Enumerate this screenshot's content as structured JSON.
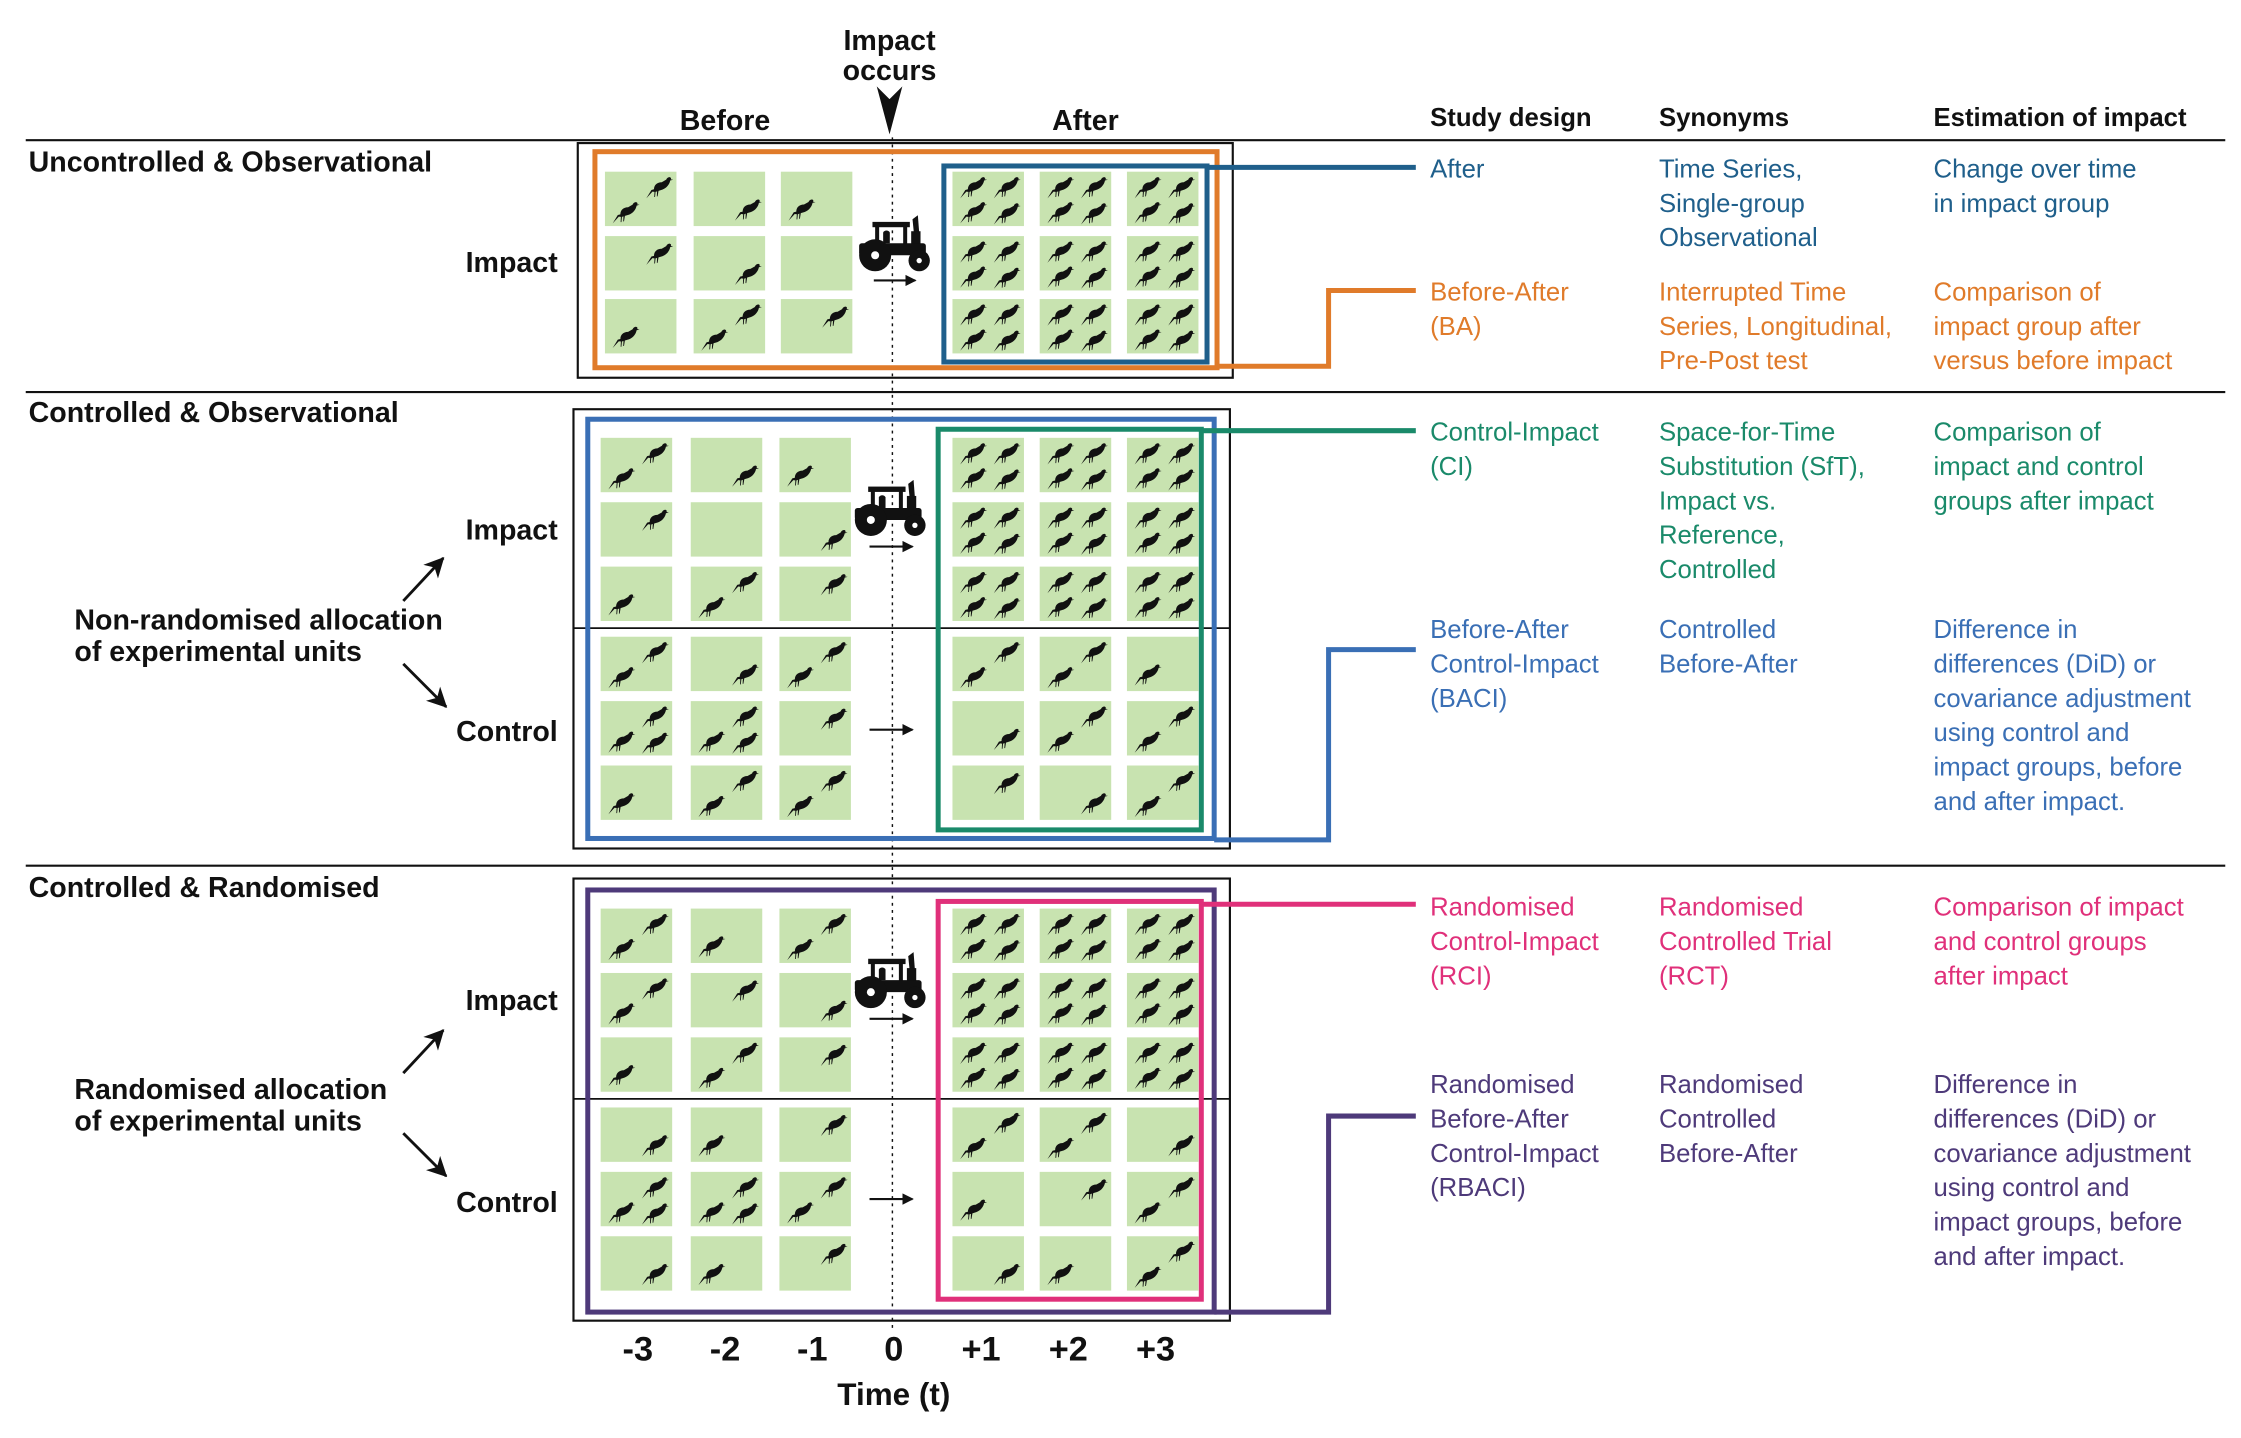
{
  "header": {
    "impact_occurs_line1": "Impact",
    "impact_occurs_line2": "occurs",
    "before": "Before",
    "after": "After",
    "col_study_design": "Study design",
    "col_synonyms": "Synonyms",
    "col_estimation": "Estimation of impact"
  },
  "sections": {
    "s1": "Uncontrolled & Observational",
    "s2": "Controlled & Observational",
    "s3": "Controlled & Randomised"
  },
  "rows": {
    "impact": "Impact",
    "control": "Control"
  },
  "allocation": {
    "nonrandom_line1": "Non-randomised allocation",
    "nonrandom_line2": "of experimental units",
    "random_line1": "Randomised allocation",
    "random_line2": "of experimental units"
  },
  "axis": {
    "ticks": [
      "-3",
      "-2",
      "-1",
      "0",
      "+1",
      "+2",
      "+3"
    ],
    "label": "Time (t)"
  },
  "colors": {
    "after": "#1f5f8b",
    "ba": "#e07b2a",
    "ci": "#1a8a6a",
    "baci": "#3a6fb5",
    "rci": "#e0307a",
    "rbaci": "#4e3a7a",
    "field": "#c8e3b0",
    "tractor": "#111111",
    "bird": "#111111"
  },
  "icons": [
    "bird-icon",
    "tractor-icon",
    "arrow-right-icon",
    "arrow-down-icon"
  ],
  "designs": {
    "after": {
      "design": [
        "After"
      ],
      "synonyms": [
        "Time Series,",
        "Single-group",
        "Observational"
      ],
      "estimation": [
        "Change over time",
        "in impact group"
      ]
    },
    "ba": {
      "design": [
        "Before-After",
        "(BA)"
      ],
      "synonyms": [
        "Interrupted Time",
        "Series, Longitudinal,",
        "Pre-Post test"
      ],
      "estimation": [
        "Comparison of",
        "impact group after",
        "versus before impact"
      ]
    },
    "ci": {
      "design": [
        "Control-Impact",
        "(CI)"
      ],
      "synonyms": [
        "Space-for-Time",
        "Substitution (SfT),",
        "Impact vs.",
        "Reference,",
        "Controlled"
      ],
      "estimation": [
        "Comparison of",
        "impact and control",
        "groups after impact"
      ]
    },
    "baci": {
      "design": [
        "Before-After",
        "Control-Impact",
        "(BACI)"
      ],
      "synonyms": [
        "Controlled",
        "Before-After"
      ],
      "estimation": [
        "Difference in",
        "differences (DiD) or",
        "covariance adjustment",
        "using control and",
        "impact groups, before",
        "and after impact."
      ]
    },
    "rci": {
      "design": [
        "Randomised",
        "Control-Impact",
        "(RCI)"
      ],
      "synonyms": [
        "Randomised",
        "Controlled Trial",
        "(RCT)"
      ],
      "estimation": [
        "Comparison of impact",
        "and control groups",
        "after impact"
      ]
    },
    "rbaci": {
      "design": [
        "Randomised",
        "Before-After",
        "Control-Impact",
        "(RBACI)"
      ],
      "synonyms": [
        "Randomised",
        "Controlled",
        "Before-After"
      ],
      "estimation": [
        "Difference in",
        "differences (DiD) or",
        "covariance adjustment",
        "using control and",
        "impact groups, before",
        "and after impact."
      ]
    }
  }
}
